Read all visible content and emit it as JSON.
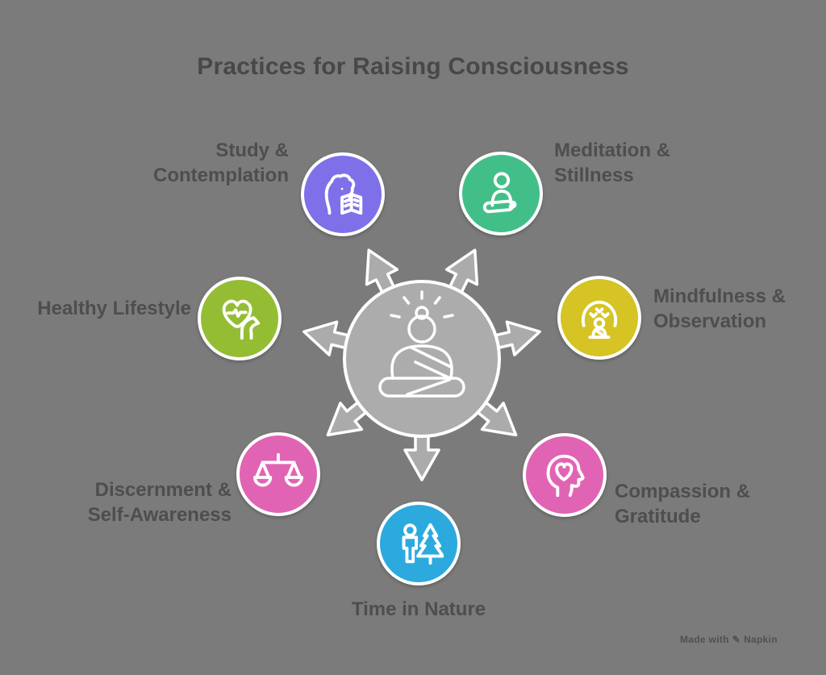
{
  "title": "Practices for Raising Consciousness",
  "hub": {
    "icon": "meditating-buddha-icon",
    "fill": "#acacac",
    "arrow_fill": "#ababab",
    "arrow_count": 7
  },
  "colors": {
    "background": "#7b7b7b",
    "text": "#4e4e4e",
    "outline_white": "#ffffff"
  },
  "nodes": [
    {
      "id": "study",
      "label": "Study &\nContemplation",
      "color": "#7e70e8",
      "icon": "reading-person-icon",
      "position": "top-left"
    },
    {
      "id": "meditation",
      "label": "Meditation &\nStillness",
      "color": "#42bf88",
      "icon": "meditating-person-icon",
      "position": "top-right"
    },
    {
      "id": "mindfulness",
      "label": "Mindfulness &\nObservation",
      "color": "#d6c324",
      "icon": "observer-with-birds-icon",
      "position": "right"
    },
    {
      "id": "compassion",
      "label": "Compassion &\nGratitude",
      "color": "#e164b4",
      "icon": "head-with-heart-icon",
      "position": "bottom-right"
    },
    {
      "id": "nature",
      "label": "Time in Nature",
      "color": "#2caade",
      "icon": "person-with-pine-tree-icon",
      "position": "bottom"
    },
    {
      "id": "discernment",
      "label": "Discernment &\nSelf-Awareness",
      "color": "#e164b4",
      "icon": "balance-scales-icon",
      "position": "bottom-left"
    },
    {
      "id": "healthy",
      "label": "Healthy Lifestyle",
      "color": "#94bd34",
      "icon": "heart-pulse-bicep-icon",
      "position": "left"
    }
  ],
  "watermark": {
    "prefix": "Made with",
    "brand": "Napkin",
    "icon": "pencil-icon"
  }
}
